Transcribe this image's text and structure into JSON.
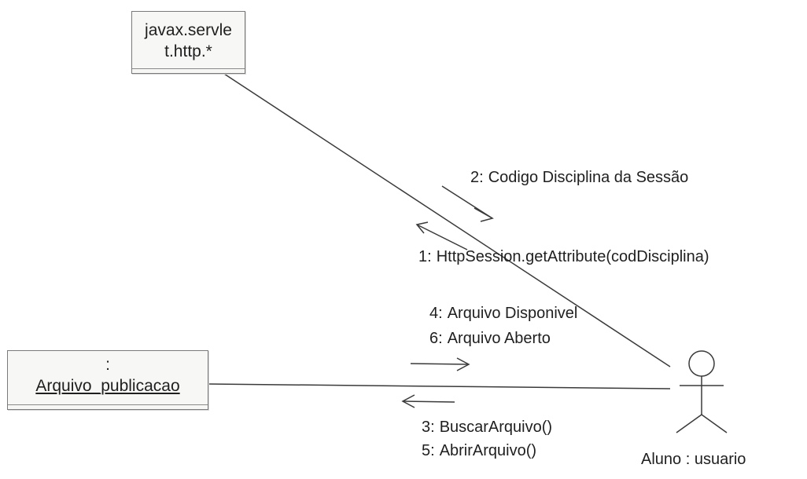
{
  "objects": {
    "servlet": {
      "line1": "javax.servle",
      "line2": "t.http.*"
    },
    "arquivo": {
      "colon": ":",
      "name": "Arquivo_publicacao"
    },
    "actor": {
      "label": "Aluno : usuario"
    }
  },
  "messages": {
    "m2": {
      "num": "2:",
      "text": "Codigo Disciplina da Sessão"
    },
    "m1": {
      "num": "1:",
      "text": "HttpSession.getAttribute(codDisciplina)"
    },
    "m4": {
      "num": "4:",
      "text": "Arquivo Disponivel"
    },
    "m6": {
      "num": "6:",
      "text": "Arquivo Aberto"
    },
    "m3": {
      "num": "3:",
      "text": "BuscarArquivo()"
    },
    "m5": {
      "num": "5:",
      "text": "AbrirArquivo()"
    }
  }
}
